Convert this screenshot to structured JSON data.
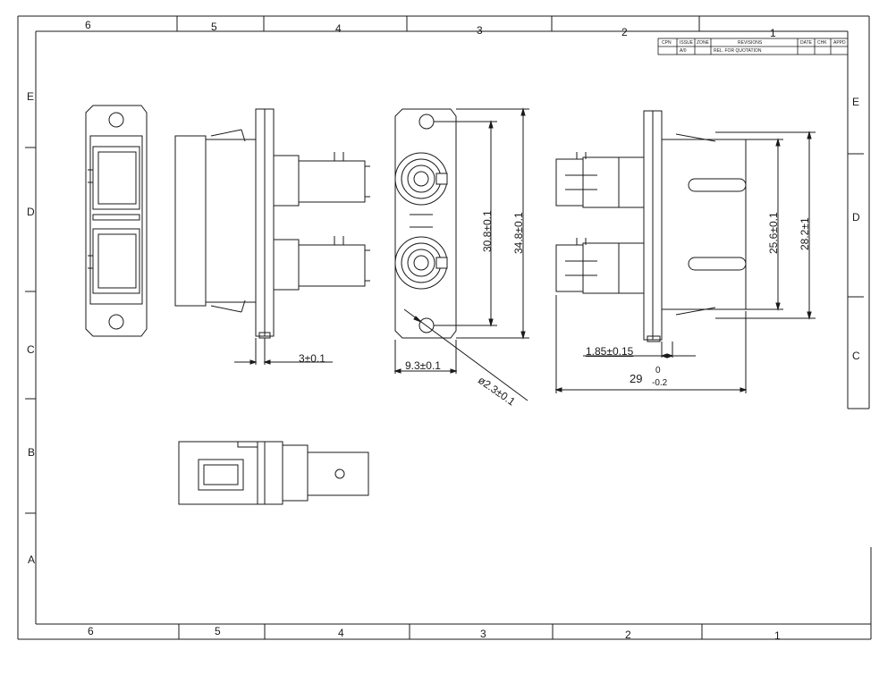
{
  "title_block": {
    "headers": [
      "CPN",
      "ISSUE",
      "ZONE",
      "REVISIONS",
      "DATE",
      "CHK",
      "APPD"
    ],
    "row": {
      "issue": "A/0",
      "revision": "REL. FOR QUOTATION"
    }
  },
  "zones": {
    "columns_top": [
      "6",
      "5",
      "4",
      "3",
      "2",
      "1"
    ],
    "columns_bottom": [
      "6",
      "5",
      "4",
      "3",
      "2",
      "1"
    ],
    "rows_left": [
      "E",
      "D",
      "C",
      "B",
      "A"
    ],
    "rows_right": [
      "E",
      "D",
      "C"
    ]
  },
  "dimensions": {
    "flange_thickness": "3±0.1",
    "body_width": "9.3±0.1",
    "hole_diameter": "ø2.3±0.1",
    "hole_pitch": "30.8±0.1",
    "flange_height": "34.8±0.1",
    "wall_offset": "1.85±0.15",
    "overall_length_nominal": "29",
    "overall_length_upper_tol": "0",
    "overall_length_lower_tol": "-0.2",
    "inner_height": "25.6±0.1",
    "outer_height": "28.2±1"
  }
}
